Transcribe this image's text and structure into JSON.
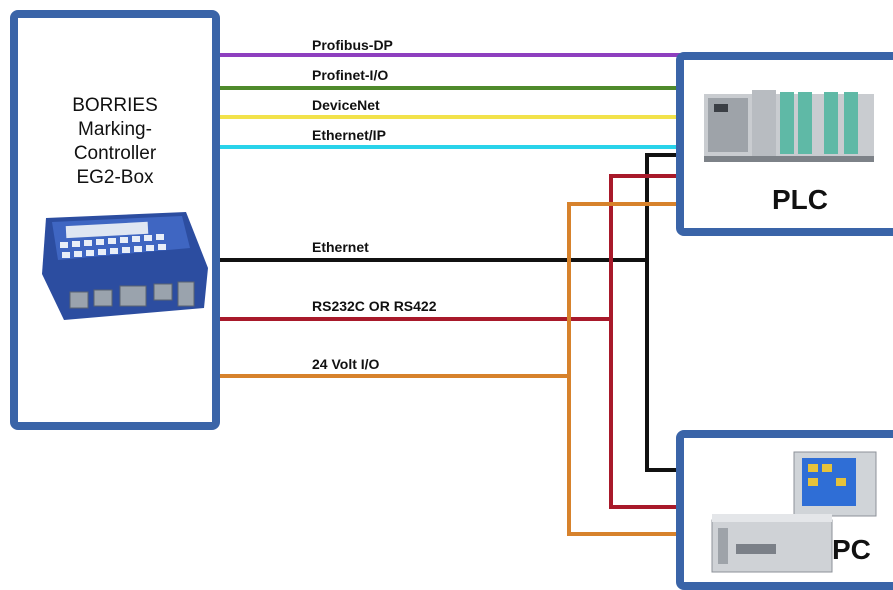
{
  "controller": {
    "title": "BORRIES\nMarking-\nController\nEG2-Box"
  },
  "plc": {
    "label": "PLC"
  },
  "pc": {
    "label": "PC"
  },
  "connections": [
    {
      "label": "Profibus-DP",
      "color": "#8e3fbf"
    },
    {
      "label": "Profinet-I/O",
      "color": "#4f8a2b"
    },
    {
      "label": "DeviceNet",
      "color": "#f2e24a"
    },
    {
      "label": "Ethernet/IP",
      "color": "#29d3ea"
    },
    {
      "label": "Ethernet",
      "color": "#111111"
    },
    {
      "label": "RS232C OR RS422",
      "color": "#a8192a"
    },
    {
      "label": "24 Volt I/O",
      "color": "#d7822c"
    }
  ],
  "colors": {
    "frame": "#3a64a8"
  }
}
